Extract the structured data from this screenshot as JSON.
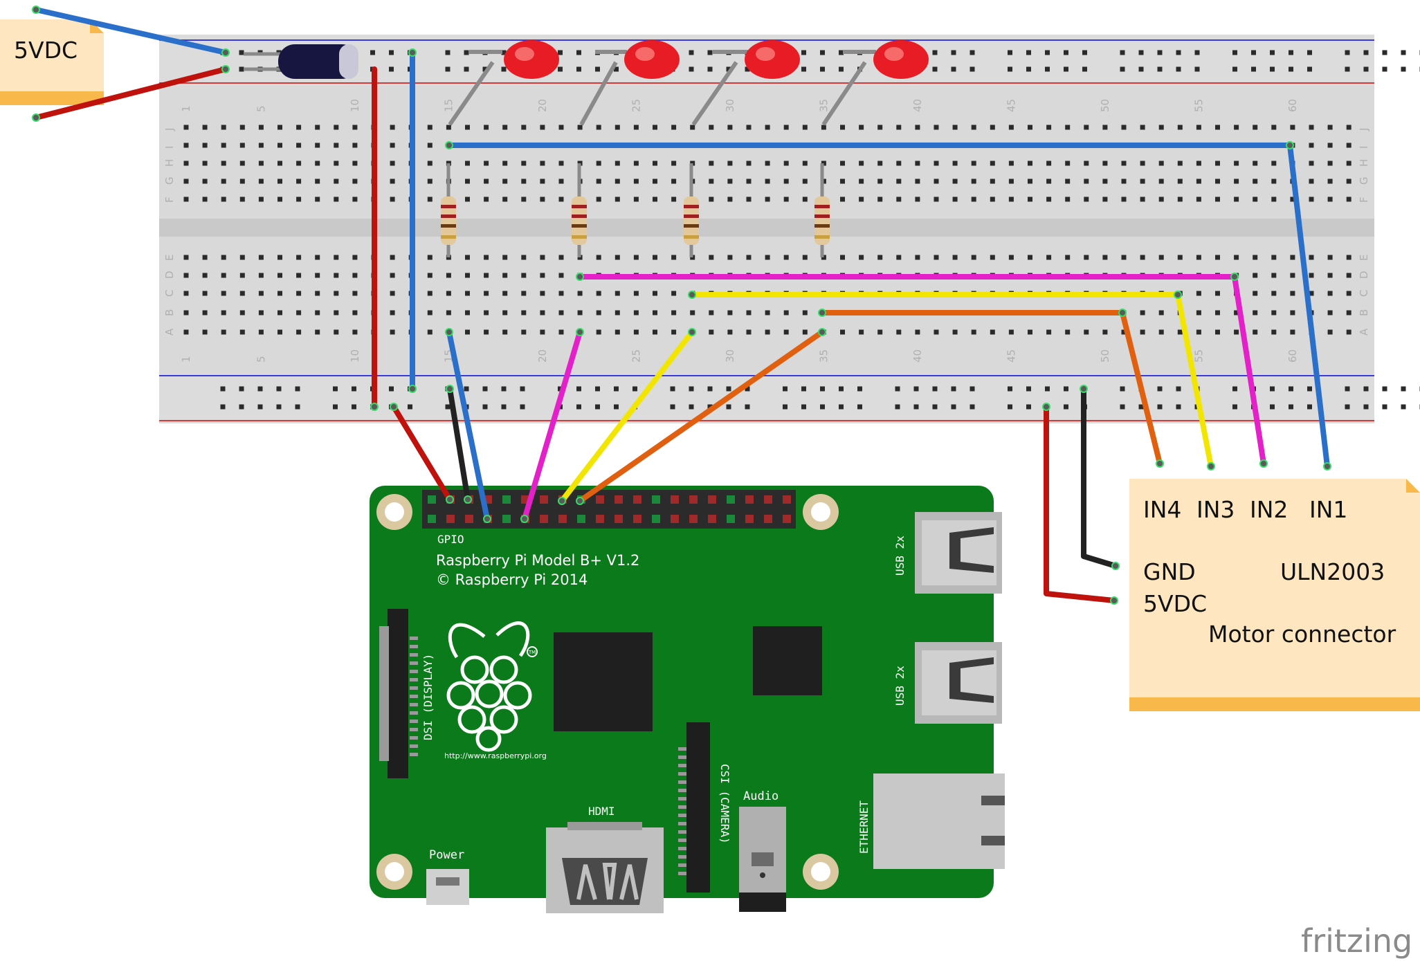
{
  "notes": {
    "left_supply": "5VDC",
    "driver": {
      "in4": "IN4",
      "in3": "IN3",
      "in2": "IN2",
      "in1": "IN1",
      "gnd": "GND",
      "chip": "ULN2003",
      "vdc": "5VDC",
      "motor": "Motor connector"
    }
  },
  "board": {
    "gpio": "GPIO",
    "model": "Raspberry Pi Model B+ V1.2",
    "copyright": "© Raspberry Pi 2014",
    "url": "http://www.raspberrypi.org",
    "dsi": "DSI (DISPLAY)",
    "csi": "CSI (CAMERA)",
    "usb1": "USB 2x",
    "usb2": "USB 2x",
    "ethernet": "ETHERNET",
    "hdmi": "HDMI",
    "audio": "Audio",
    "power": "Power",
    "tm": "TM"
  },
  "breadboard": {
    "columns_top": [
      "1",
      "5",
      "10",
      "15",
      "20",
      "25",
      "30",
      "35",
      "40",
      "45",
      "50",
      "55",
      "60"
    ],
    "columns_bottom": [
      "1",
      "5",
      "10",
      "15",
      "20",
      "25",
      "30",
      "35",
      "40",
      "45",
      "50",
      "55",
      "60"
    ],
    "rows_top": [
      "J",
      "I",
      "H",
      "G",
      "F"
    ],
    "rows_bottom": [
      "E",
      "D",
      "C",
      "B",
      "A"
    ]
  },
  "branding": "fritzing",
  "colors": {
    "blue_wire": "#2a6fc9",
    "red_wire": "#c0120c",
    "black_wire": "#222222",
    "magenta_wire": "#e420c8",
    "yellow_wire": "#f2e600",
    "orange_wire": "#e06010",
    "pcb_green": "#0a7a1a",
    "note_fill": "#fde6c0",
    "note_bar": "#f8b84a"
  }
}
